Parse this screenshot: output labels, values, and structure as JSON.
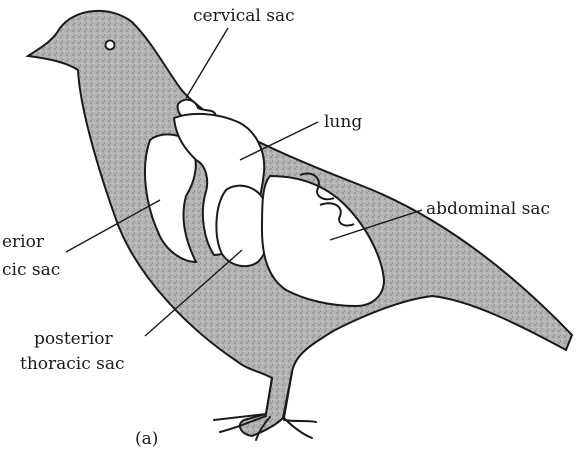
{
  "labels": {
    "cervical_sac": "cervical sac",
    "lung": "lung",
    "abdominal_sac": "abdominal sac",
    "anterior_thoracic_line1": "erior",
    "anterior_thoracic_line2": "cic sac",
    "posterior_thoracic_line1": "posterior",
    "posterior_thoracic_line2": "thoracic sac",
    "figure_tag": "(a)"
  },
  "colors": {
    "body_fill": "#a9a9a9",
    "outline": "#1a1a1a",
    "sac_fill": "#ffffff"
  }
}
